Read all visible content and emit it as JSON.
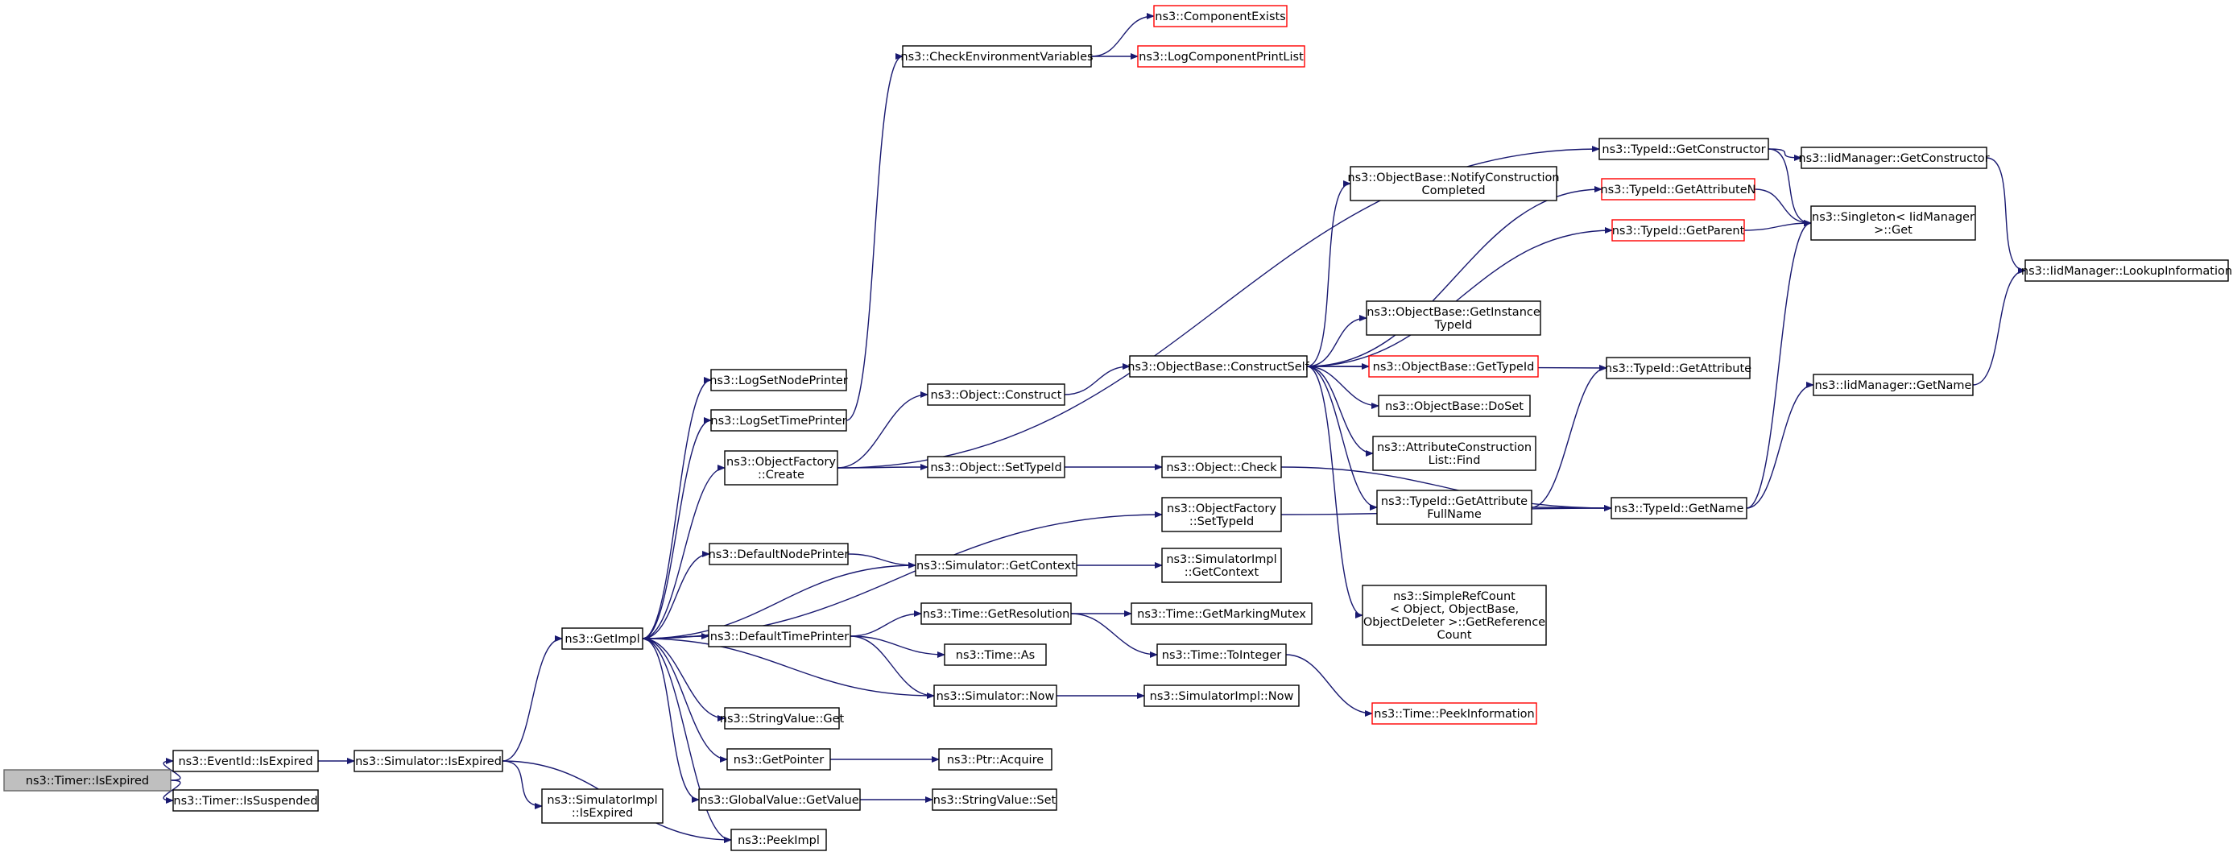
{
  "colors": {
    "edge": "#191970",
    "missing_border": "#ff0000",
    "root_fill": "#bfbfbf",
    "node_border": "#000000"
  },
  "nodes": {
    "timer_isexpired": {
      "lines": [
        "ns3::Timer::IsExpired"
      ],
      "style": "root"
    },
    "eventid_isexpired": {
      "lines": [
        "ns3::EventId::IsExpired"
      ]
    },
    "timer_issuspended": {
      "lines": [
        "ns3::Timer::IsSuspended"
      ]
    },
    "sim_isexpired": {
      "lines": [
        "ns3::Simulator::IsExpired"
      ]
    },
    "getimpl": {
      "lines": [
        "ns3::GetImpl"
      ]
    },
    "simimpl_isexpired": {
      "lines": [
        "ns3::SimulatorImpl",
        "::IsExpired"
      ]
    },
    "peekimpl": {
      "lines": [
        "ns3::PeekImpl"
      ]
    },
    "log_set_node_printer": {
      "lines": [
        "ns3::LogSetNodePrinter"
      ]
    },
    "log_set_time_printer": {
      "lines": [
        "ns3::LogSetTimePrinter"
      ]
    },
    "objfactory_create": {
      "lines": [
        "ns3::ObjectFactory",
        "::Create"
      ]
    },
    "default_node_printer": {
      "lines": [
        "ns3::DefaultNodePrinter"
      ]
    },
    "default_time_printer": {
      "lines": [
        "ns3::DefaultTimePrinter"
      ]
    },
    "stringvalue_get": {
      "lines": [
        "ns3::StringValue::Get"
      ]
    },
    "getpointer": {
      "lines": [
        "ns3::GetPointer"
      ]
    },
    "globalvalue_getvalue": {
      "lines": [
        "ns3::GlobalValue::GetValue"
      ]
    },
    "check_env_vars": {
      "lines": [
        "ns3::CheckEnvironmentVariables"
      ]
    },
    "component_exists": {
      "lines": [
        "ns3::ComponentExists"
      ],
      "style": "missing"
    },
    "log_component_print_list": {
      "lines": [
        "ns3::LogComponentPrintList"
      ],
      "style": "missing"
    },
    "object_construct": {
      "lines": [
        "ns3::Object::Construct"
      ]
    },
    "object_settypeid": {
      "lines": [
        "ns3::Object::SetTypeId"
      ]
    },
    "sim_getcontext": {
      "lines": [
        "ns3::Simulator::GetContext"
      ]
    },
    "time_getresolution": {
      "lines": [
        "ns3::Time::GetResolution"
      ]
    },
    "time_as": {
      "lines": [
        "ns3::Time::As"
      ]
    },
    "sim_now": {
      "lines": [
        "ns3::Simulator::Now"
      ]
    },
    "ptr_acquire": {
      "lines": [
        "ns3::Ptr::Acquire"
      ]
    },
    "stringvalue_set": {
      "lines": [
        "ns3::StringValue::Set"
      ]
    },
    "objbase_constructself": {
      "lines": [
        "ns3::ObjectBase::ConstructSelf"
      ]
    },
    "object_check": {
      "lines": [
        "ns3::Object::Check"
      ]
    },
    "objfactory_settypeid": {
      "lines": [
        "ns3::ObjectFactory",
        "::SetTypeId"
      ]
    },
    "simimpl_getcontext": {
      "lines": [
        "ns3::SimulatorImpl",
        "::GetContext"
      ]
    },
    "time_getmarkingmutex": {
      "lines": [
        "ns3::Time::GetMarkingMutex"
      ]
    },
    "time_tointeger": {
      "lines": [
        "ns3::Time::ToInteger"
      ]
    },
    "simimpl_now": {
      "lines": [
        "ns3::SimulatorImpl::Now"
      ]
    },
    "objbase_notify": {
      "lines": [
        "ns3::ObjectBase::NotifyConstruction",
        "Completed"
      ]
    },
    "objbase_getinstancetypeid": {
      "lines": [
        "ns3::ObjectBase::GetInstance",
        "TypeId"
      ]
    },
    "objbase_gettypeid": {
      "lines": [
        "ns3::ObjectBase::GetTypeId"
      ],
      "style": "missing"
    },
    "objbase_doset": {
      "lines": [
        "ns3::ObjectBase::DoSet"
      ]
    },
    "attr_construction_list_find": {
      "lines": [
        "ns3::AttributeConstruction",
        "List::Find"
      ]
    },
    "typeid_getattributefullname": {
      "lines": [
        "ns3::TypeId::GetAttribute",
        "FullName"
      ]
    },
    "simplerefcount": {
      "lines": [
        "ns3::SimpleRefCount",
        "< Object, ObjectBase,",
        " ObjectDeleter >::GetReference",
        "Count"
      ]
    },
    "time_peekinformation": {
      "lines": [
        "ns3::Time::PeekInformation"
      ],
      "style": "missing"
    },
    "typeid_getconstructor": {
      "lines": [
        "ns3::TypeId::GetConstructor"
      ]
    },
    "typeid_getattributen": {
      "lines": [
        "ns3::TypeId::GetAttributeN"
      ],
      "style": "missing"
    },
    "typeid_getparent": {
      "lines": [
        "ns3::TypeId::GetParent"
      ],
      "style": "missing"
    },
    "typeid_getattribute": {
      "lines": [
        "ns3::TypeId::GetAttribute"
      ]
    },
    "typeid_getname": {
      "lines": [
        "ns3::TypeId::GetName"
      ]
    },
    "iidmanager_getconstructor": {
      "lines": [
        "ns3::IidManager::GetConstructor"
      ]
    },
    "singleton_get": {
      "lines": [
        "ns3::Singleton< IidManager",
        " >::Get"
      ]
    },
    "iidmanager_getname": {
      "lines": [
        "ns3::IidManager::GetName"
      ]
    },
    "iidmanager_lookupinformation": {
      "lines": [
        "ns3::IidManager::LookupInformation"
      ]
    }
  },
  "edges": [
    [
      "timer_isexpired",
      "eventid_isexpired"
    ],
    [
      "timer_isexpired",
      "timer_issuspended"
    ],
    [
      "eventid_isexpired",
      "sim_isexpired"
    ],
    [
      "sim_isexpired",
      "getimpl"
    ],
    [
      "sim_isexpired",
      "simimpl_isexpired"
    ],
    [
      "sim_isexpired",
      "peekimpl"
    ],
    [
      "getimpl",
      "log_set_node_printer"
    ],
    [
      "getimpl",
      "log_set_time_printer"
    ],
    [
      "getimpl",
      "objfactory_create"
    ],
    [
      "getimpl",
      "objfactory_settypeid"
    ],
    [
      "getimpl",
      "default_node_printer"
    ],
    [
      "getimpl",
      "default_time_printer"
    ],
    [
      "getimpl",
      "stringvalue_get"
    ],
    [
      "getimpl",
      "getpointer"
    ],
    [
      "getimpl",
      "globalvalue_getvalue"
    ],
    [
      "getimpl",
      "peekimpl"
    ],
    [
      "log_set_time_printer",
      "check_env_vars"
    ],
    [
      "check_env_vars",
      "component_exists"
    ],
    [
      "check_env_vars",
      "log_component_print_list"
    ],
    [
      "objfactory_create",
      "object_construct"
    ],
    [
      "objfactory_create",
      "object_settypeid"
    ],
    [
      "objfactory_create",
      "typeid_getconstructor"
    ],
    [
      "default_node_printer",
      "sim_getcontext"
    ],
    [
      "default_time_printer",
      "time_getresolution"
    ],
    [
      "default_time_printer",
      "time_as"
    ],
    [
      "default_time_printer",
      "sim_now"
    ],
    [
      "getpointer",
      "ptr_acquire"
    ],
    [
      "globalvalue_getvalue",
      "stringvalue_set"
    ],
    [
      "object_construct",
      "objbase_constructself"
    ],
    [
      "object_settypeid",
      "object_check"
    ],
    [
      "sim_getcontext",
      "getimpl"
    ],
    [
      "sim_getcontext",
      "simimpl_getcontext"
    ],
    [
      "time_getresolution",
      "time_getmarkingmutex"
    ],
    [
      "time_getresolution",
      "time_tointeger"
    ],
    [
      "sim_now",
      "getimpl"
    ],
    [
      "sim_now",
      "simimpl_now"
    ],
    [
      "objbase_constructself",
      "objbase_notify"
    ],
    [
      "objbase_constructself",
      "objbase_getinstancetypeid"
    ],
    [
      "objbase_constructself",
      "objbase_gettypeid"
    ],
    [
      "objbase_constructself",
      "objbase_doset"
    ],
    [
      "objbase_constructself",
      "attr_construction_list_find"
    ],
    [
      "objbase_constructself",
      "typeid_getattributefullname"
    ],
    [
      "objbase_constructself",
      "simplerefcount"
    ],
    [
      "objbase_constructself",
      "typeid_getattributen"
    ],
    [
      "objbase_constructself",
      "typeid_getparent"
    ],
    [
      "objbase_constructself",
      "typeid_getattribute"
    ],
    [
      "object_check",
      "typeid_getname"
    ],
    [
      "objfactory_settypeid",
      "typeid_getname"
    ],
    [
      "time_tointeger",
      "time_peekinformation"
    ],
    [
      "typeid_getattributefullname",
      "typeid_getattribute"
    ],
    [
      "typeid_getattributefullname",
      "typeid_getname"
    ],
    [
      "typeid_getconstructor",
      "iidmanager_getconstructor"
    ],
    [
      "typeid_getconstructor",
      "singleton_get"
    ],
    [
      "typeid_getattributen",
      "singleton_get"
    ],
    [
      "typeid_getparent",
      "singleton_get"
    ],
    [
      "typeid_getname",
      "singleton_get"
    ],
    [
      "typeid_getname",
      "iidmanager_getname"
    ],
    [
      "iidmanager_getconstructor",
      "iidmanager_lookupinformation"
    ],
    [
      "iidmanager_getname",
      "iidmanager_lookupinformation"
    ]
  ]
}
